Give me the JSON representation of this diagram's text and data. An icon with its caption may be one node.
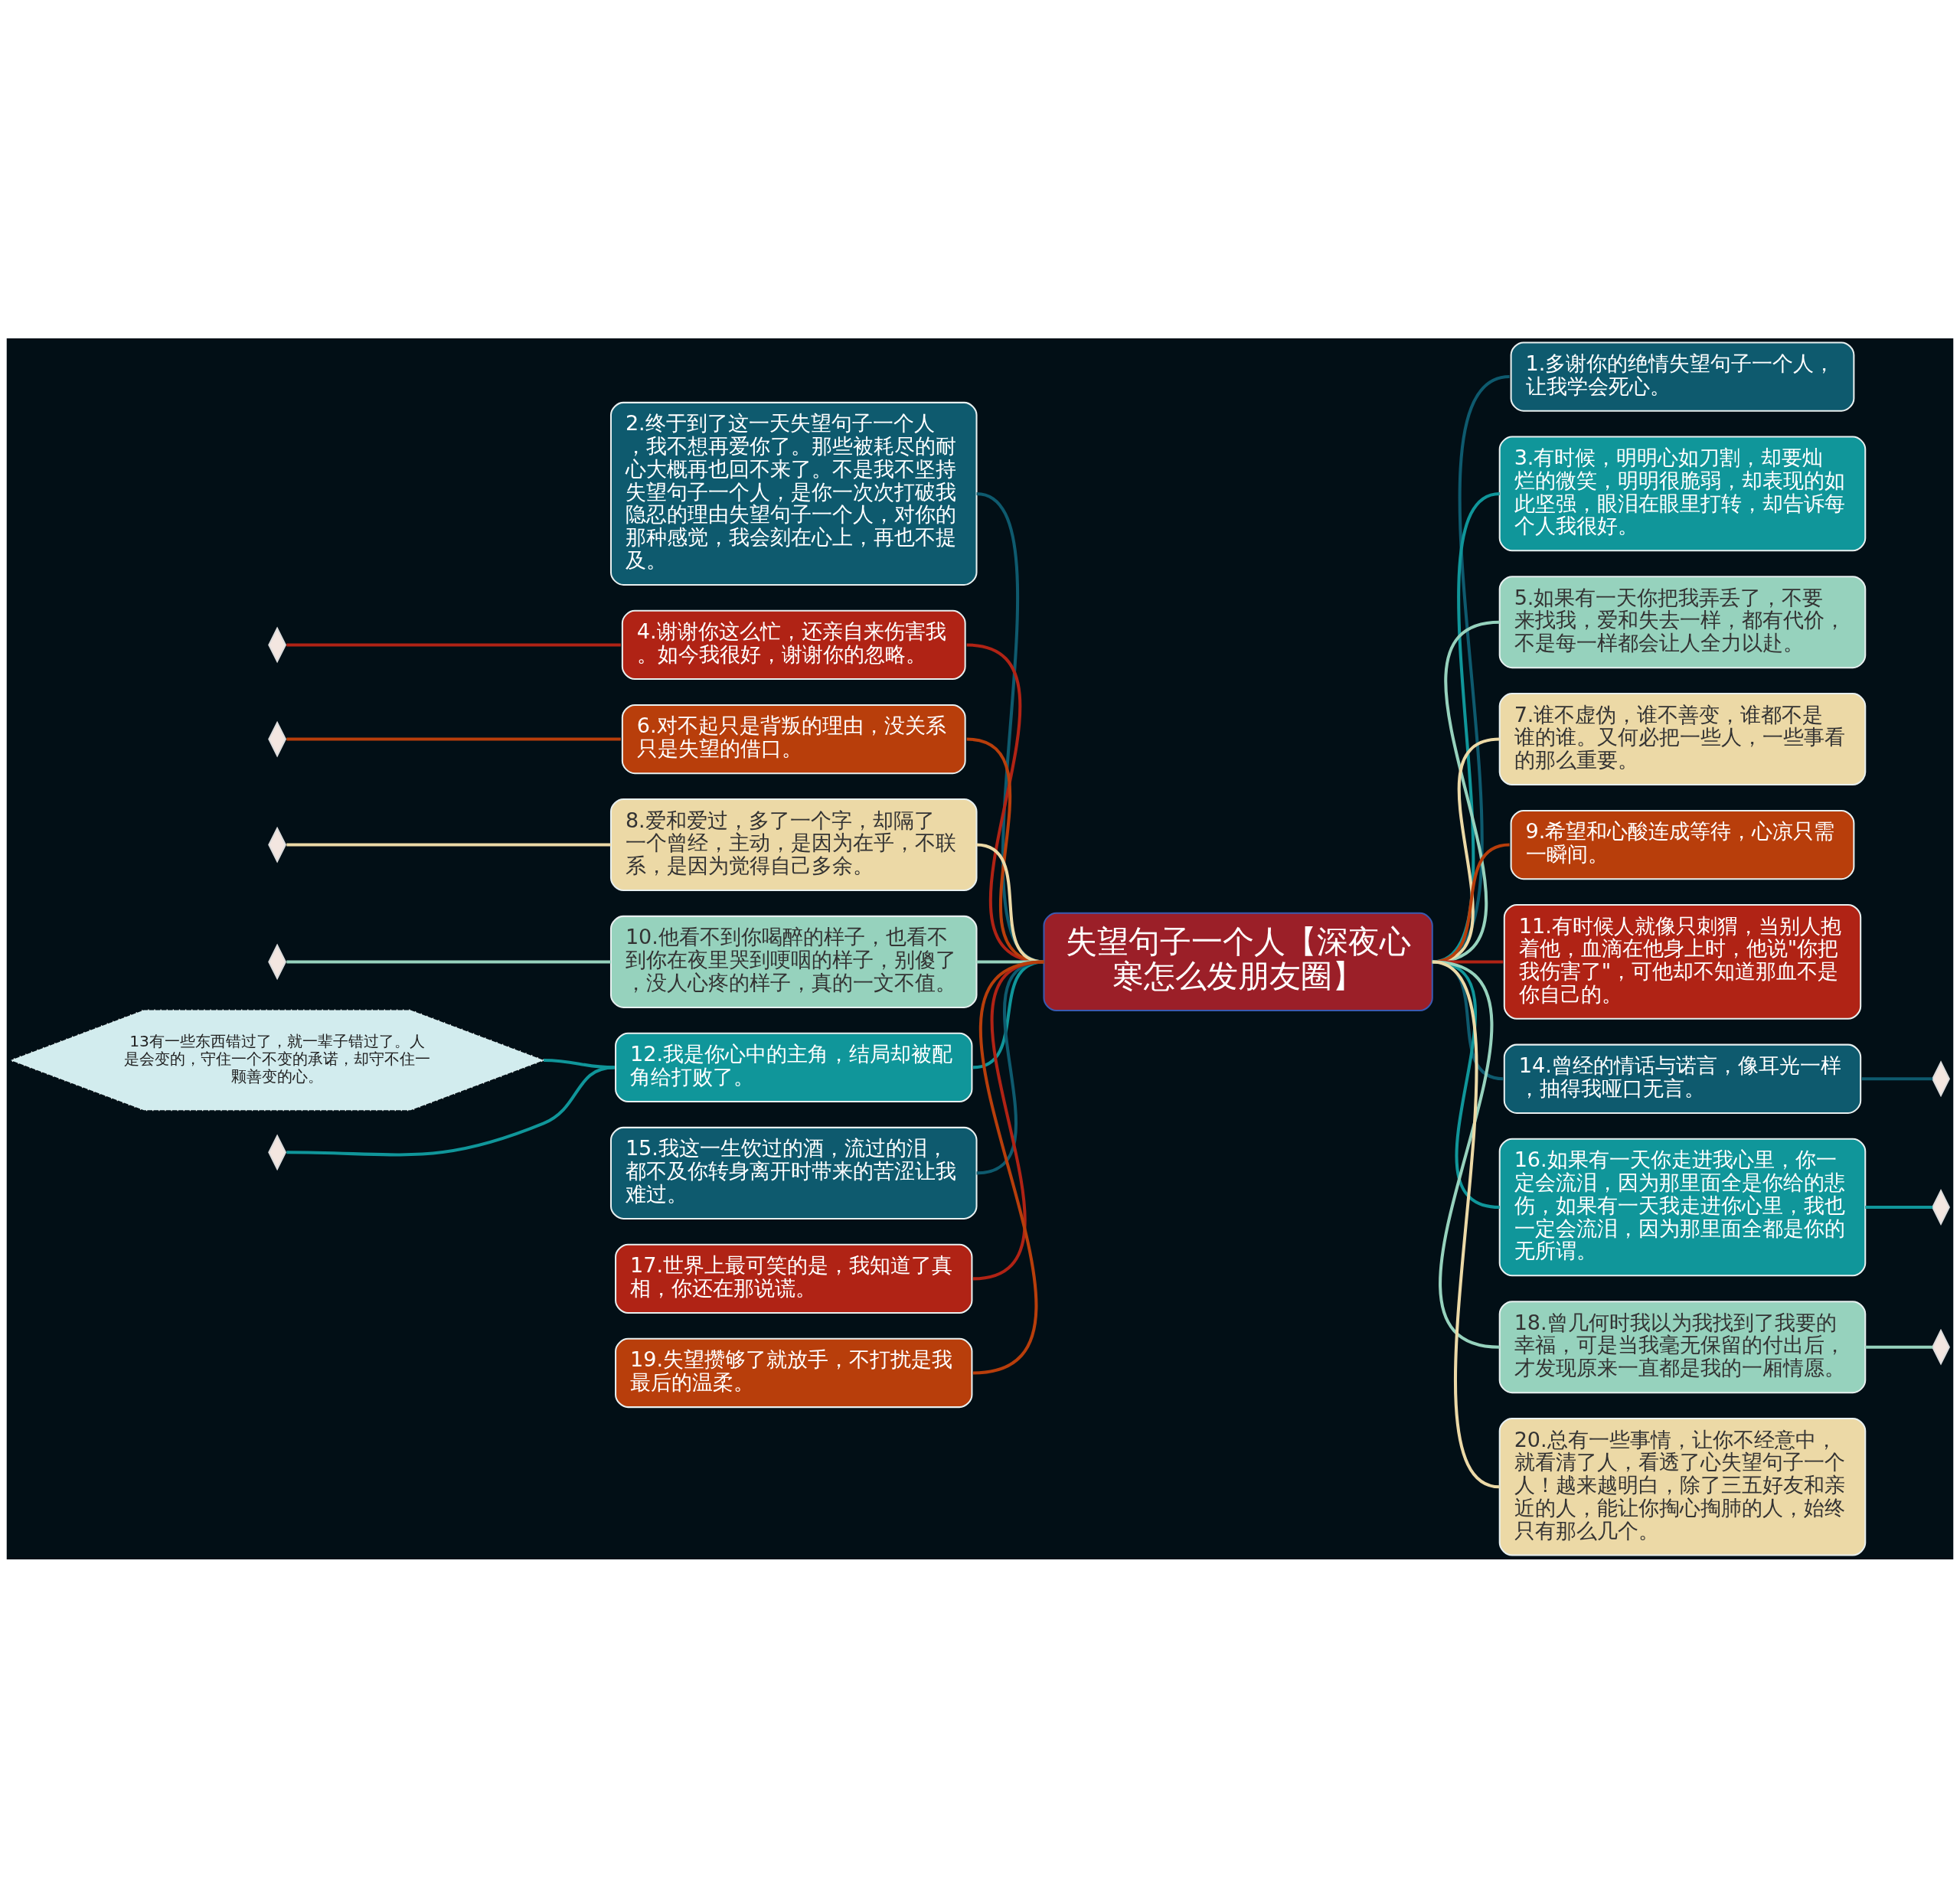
{
  "diagram": {
    "nodes": [
      {
        "text": [
          "失望句子一个人【深夜心寒怎么发朋友圈】"
        ]
      },
      {
        "text": [
          "1.多谢你的绝情失望句子一个人，让我学会死心。"
        ]
      },
      {
        "text": [
          "2.终于到了这一天失望句子一个人，我不想再爱你了。那些被耗尽的耐心大概再也回不来了。不是我不坚持失望句子一个人，是你一次次打破我隐忍的理由失望句子一个人，对你的那种感觉，我会刻在心上，再也不提及。"
        ]
      },
      {
        "text": [
          "3.有时候，明明心如刀割，却要灿烂的微笑，明明很脆弱，却表现的如此坚强，眼泪在眼里打转，却告诉每个人我很好。"
        ]
      },
      {
        "text": [
          "4.谢谢你这么忙，还亲自来伤害我。如今我很好，谢谢你的忽略。"
        ]
      },
      {
        "text": [
          "5.如果有一天你把我弄丢了，不要来找我，爱和失去一样，都有代价，不是每一样都会让人全力以赴。"
        ]
      },
      {
        "text": [
          "6.对不起只是背叛的理由，没关系只是失望的借口。"
        ]
      },
      {
        "text": [
          "7.谁不虚伪，谁不善变，谁都不是谁的谁。又何必把一些人，一些事看的那么重要。"
        ]
      },
      {
        "text": [
          "8.爱和爱过，多了一个字，却隔了一个曾经，主动，是因为在乎，不联系，是因为觉得自己多余。"
        ]
      },
      {
        "text": [
          "9.希望和心酸连成等待，心凉只需一瞬间。"
        ]
      },
      {
        "text": [
          "10.他看不到你喝醉的样子，也看不到你在夜里哭到哽咽的样子，别傻了，没人心疼的样子，真的一文不值。"
        ]
      },
      {
        "text": [
          "11.有时候人就像只刺猬，当别人抱着他，血滴在他身上时，他说\"你把我伤害了\"，可他却不知道那血不是你自己的。"
        ]
      },
      {
        "text": [
          "12.我是你心中的主角，结局却被配角给打败了。"
        ]
      },
      {
        "text": [
          "13有一些东西错过了，就一辈子错过了。人是会变的，守住一个不变的承诺，却守不住一颗善变的心。"
        ]
      },
      {
        "text": [
          "14.曾经的情话与诺言，像耳光一样，抽得我哑口无言。"
        ]
      },
      {
        "text": [
          "15.我这一生饮过的酒，流过的泪，都不及你转身离开时带来的苦涩让我难过。"
        ]
      },
      {
        "text": [
          "16.如果有一天你走进我心里，你一定会流泪，因为那里面全是你给的悲伤，如果有一天我走进你心里，我也一定会流泪，因为那里面全都是你的无所谓。"
        ]
      },
      {
        "text": [
          "17.世界上最可笑的是，我知道了真相，你还在那说谎。"
        ]
      },
      {
        "text": [
          "18.曾几何时我以为我找到了我要的幸福，可是当我毫无保留的付出后，才发现原来一直都是我的一厢情愿。"
        ]
      },
      {
        "text": [
          "19.失望攒够了就放手，不打扰是我最后的温柔。"
        ]
      },
      {
        "text": [
          "20.总有一些事情，让你不经意中，就看清了人，看透了心失望句子一个人！越来越明白，除了三五好友和亲近的人，能让你掏心掏肺的人，始终只有那么几个。"
        ]
      },
      {
        "text": [],
        "shape": "diamond"
      },
      {
        "text": [],
        "shape": "diamond"
      },
      {
        "text": [],
        "shape": "diamond"
      },
      {
        "text": [],
        "shape": "diamond"
      },
      {
        "text": [],
        "shape": "diamond"
      },
      {
        "text": [],
        "shape": "diamond"
      },
      {
        "text": [],
        "shape": "diamond"
      },
      {
        "text": [],
        "shape": "diamond"
      }
    ],
    "edges": [
      {
        "from": 0,
        "to": 1,
        "arrow": "none",
        "color": "#0e5a6e"
      },
      {
        "from": 0,
        "to": 2,
        "arrow": "none",
        "color": "#0e5a6e"
      },
      {
        "from": 0,
        "to": 3,
        "arrow": "none",
        "color": "#10969a"
      },
      {
        "from": 0,
        "to": 4,
        "arrow": "none",
        "color": "#b02315"
      },
      {
        "from": 0,
        "to": 5,
        "arrow": "none",
        "color": "#96d2bd"
      },
      {
        "from": 0,
        "to": 6,
        "arrow": "none",
        "color": "#b83e0b"
      },
      {
        "from": 0,
        "to": 7,
        "arrow": "none",
        "color": "#ecd9a6"
      },
      {
        "from": 0,
        "to": 8,
        "arrow": "none",
        "color": "#ecd9a6"
      },
      {
        "from": 0,
        "to": 9,
        "arrow": "none",
        "color": "#b83e0b"
      },
      {
        "from": 0,
        "to": 10,
        "arrow": "none",
        "color": "#96d2bd"
      },
      {
        "from": 0,
        "to": 11,
        "arrow": "none",
        "color": "#b02315"
      },
      {
        "from": 0,
        "to": 12,
        "arrow": "none",
        "color": "#10969a"
      },
      {
        "from": 12,
        "to": 13,
        "arrow": "none",
        "color": "#10969a"
      },
      {
        "from": 0,
        "to": 14,
        "arrow": "none",
        "color": "#0e5a6e"
      },
      {
        "from": 0,
        "to": 15,
        "arrow": "none",
        "color": "#0e5a6e"
      },
      {
        "from": 0,
        "to": 16,
        "arrow": "none",
        "color": "#10969a"
      },
      {
        "from": 0,
        "to": 17,
        "arrow": "none",
        "color": "#b02315"
      },
      {
        "from": 0,
        "to": 18,
        "arrow": "none",
        "color": "#96d2bd"
      },
      {
        "from": 0,
        "to": 19,
        "arrow": "none",
        "color": "#b83e0b"
      },
      {
        "from": 0,
        "to": 20,
        "arrow": "none",
        "color": "#ecd9a6"
      },
      {
        "from": 4,
        "to": 21,
        "arrow": "none",
        "color": "#b02315"
      },
      {
        "from": 6,
        "to": 22,
        "arrow": "none",
        "color": "#b83e0b"
      },
      {
        "from": 8,
        "to": 23,
        "arrow": "none",
        "color": "#ecd9a6"
      },
      {
        "from": 10,
        "to": 24,
        "arrow": "none",
        "color": "#96d2bd"
      },
      {
        "from": 12,
        "to": 25,
        "arrow": "none",
        "color": "#10969a"
      },
      {
        "from": 14,
        "to": 26,
        "arrow": "none",
        "color": "#0e5a6e"
      },
      {
        "from": 16,
        "to": 27,
        "arrow": "none",
        "color": "#10969a"
      },
      {
        "from": 18,
        "to": 28,
        "arrow": "none",
        "color": "#96d2bd"
      }
    ]
  }
}
